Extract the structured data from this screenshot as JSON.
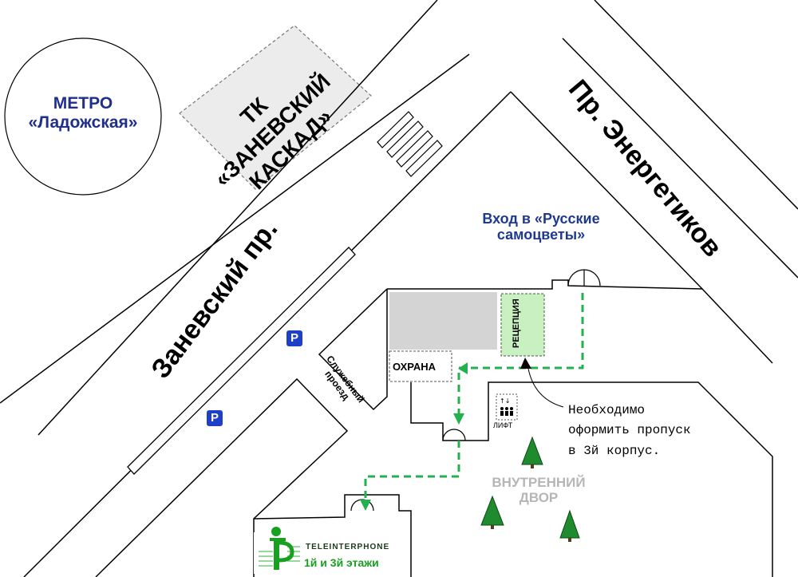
{
  "metro": {
    "line1": "МЕТРО",
    "line2": "«Ладожская»"
  },
  "mall": {
    "line1": "ТК",
    "line2": "«ЗАНЕВСКИЙ",
    "line3": "КАСКАД»"
  },
  "streets": {
    "zanevsky": "Заневский пр.",
    "energetikov": "Пр. Энергетиков"
  },
  "entrance": {
    "line1": "Вход в «Русские",
    "line2": "самоцветы»"
  },
  "service_road": {
    "line1": "Служебный",
    "line2": "проезд"
  },
  "rooms": {
    "security": "ОХРАНА",
    "reception": "РЕЦЕПЦИЯ",
    "lift": "ЛИФТ"
  },
  "parking": {
    "label": "P"
  },
  "note": {
    "line1": "Необходимо",
    "line2": "оформить пропуск",
    "line3": "в 3й корпус."
  },
  "courtyard": {
    "line1": "ВНУТРЕННИЙ",
    "line2": "ДВОР"
  },
  "company": {
    "name": "TELEINTERPHONE",
    "floors": "1й и 3й этажи"
  },
  "colors": {
    "route": "#22b14c",
    "tree": "#1f8a2e",
    "reception_fill": "#c8f0c0",
    "blue_text": "#1f2f8a",
    "parking": "#1e40c8",
    "courtyard_text": "#b6b6b6"
  },
  "icons": [
    "parking-icon",
    "tree-icon",
    "lift-icon",
    "route-arrow-icon",
    "door-icon",
    "company-logo"
  ]
}
